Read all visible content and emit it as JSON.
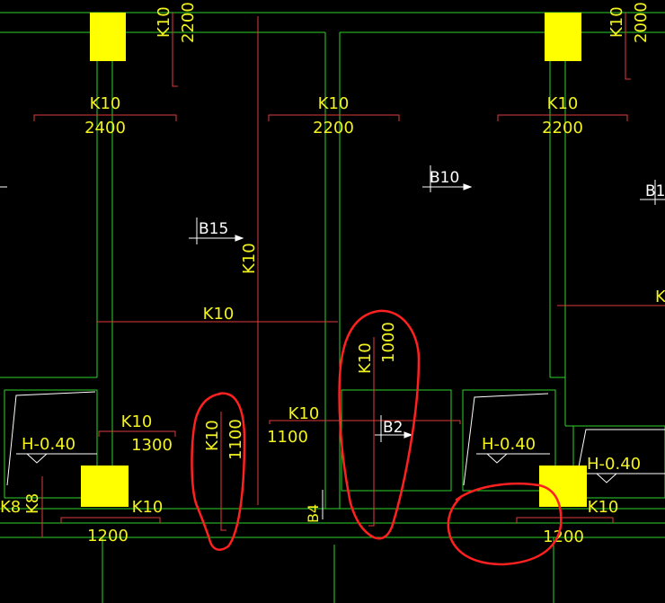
{
  "colors": {
    "background": "#000000",
    "wall": "#2bd32b",
    "rebar": "#e03a3a",
    "text": "#f2f21f",
    "column": "#ffff00",
    "white": "#ffffff",
    "markup": "#ff2020"
  },
  "labels": {
    "top_left_k": "K10",
    "top_left_len": "2200",
    "top_right_k": "K10",
    "top_right_len": "2000",
    "row2_left_k": "K10",
    "row2_left_len": "2400",
    "row2_mid_k": "K10",
    "row2_mid_len": "2200",
    "row2_right_k": "K10",
    "row2_right_len": "2200",
    "slab_b10": "B10",
    "slab_b15": "B15",
    "slab_b1_cut": "B1",
    "vert_mid_k": "K10",
    "horiz_mid_k": "K10",
    "right_cut_k": "K",
    "vert_1000_k": "K10",
    "vert_1000_len": "1000",
    "vert_1100_k": "K10",
    "vert_1100_len": "1100",
    "horiz_1300_k": "K10",
    "horiz_1300_len": "1300",
    "horiz_1100_k": "K10",
    "horiz_1100_len": "1100",
    "slab_b2": "B2",
    "elev_left": "H-0.40",
    "elev_mid": "H-0.40",
    "elev_right": "H-0.40",
    "k8_a": "K8",
    "k8_b": "K8",
    "bottom_left_k": "K10",
    "bottom_left_len": "1200",
    "bottom_right_k": "K10",
    "bottom_right_len": "1200",
    "b4": "B4"
  }
}
